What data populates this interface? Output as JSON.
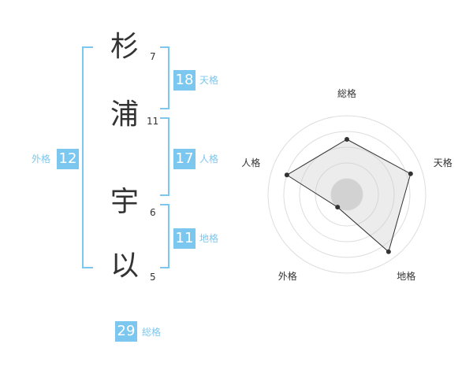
{
  "name_chars": [
    {
      "char": "杉",
      "strokes": "7"
    },
    {
      "char": "浦",
      "strokes": "11"
    },
    {
      "char": "宇",
      "strokes": "6"
    },
    {
      "char": "以",
      "strokes": "5"
    }
  ],
  "fortune": {
    "tenkaku": {
      "value": "18",
      "label": "天格"
    },
    "jinkaku": {
      "value": "17",
      "label": "人格"
    },
    "chikaku": {
      "value": "11",
      "label": "地格"
    },
    "gaikaku": {
      "value": "12",
      "label": "外格"
    },
    "soukaku": {
      "value": "29",
      "label": "総格"
    }
  },
  "colors": {
    "accent": "#7cc7ef",
    "text": "#333333"
  },
  "chart_data": {
    "type": "radar",
    "axes": [
      "総格",
      "天格",
      "地格",
      "外格",
      "人格"
    ],
    "values": [
      0.7,
      0.85,
      0.9,
      0.2,
      0.8
    ],
    "rmax": 1,
    "rings": 5
  }
}
